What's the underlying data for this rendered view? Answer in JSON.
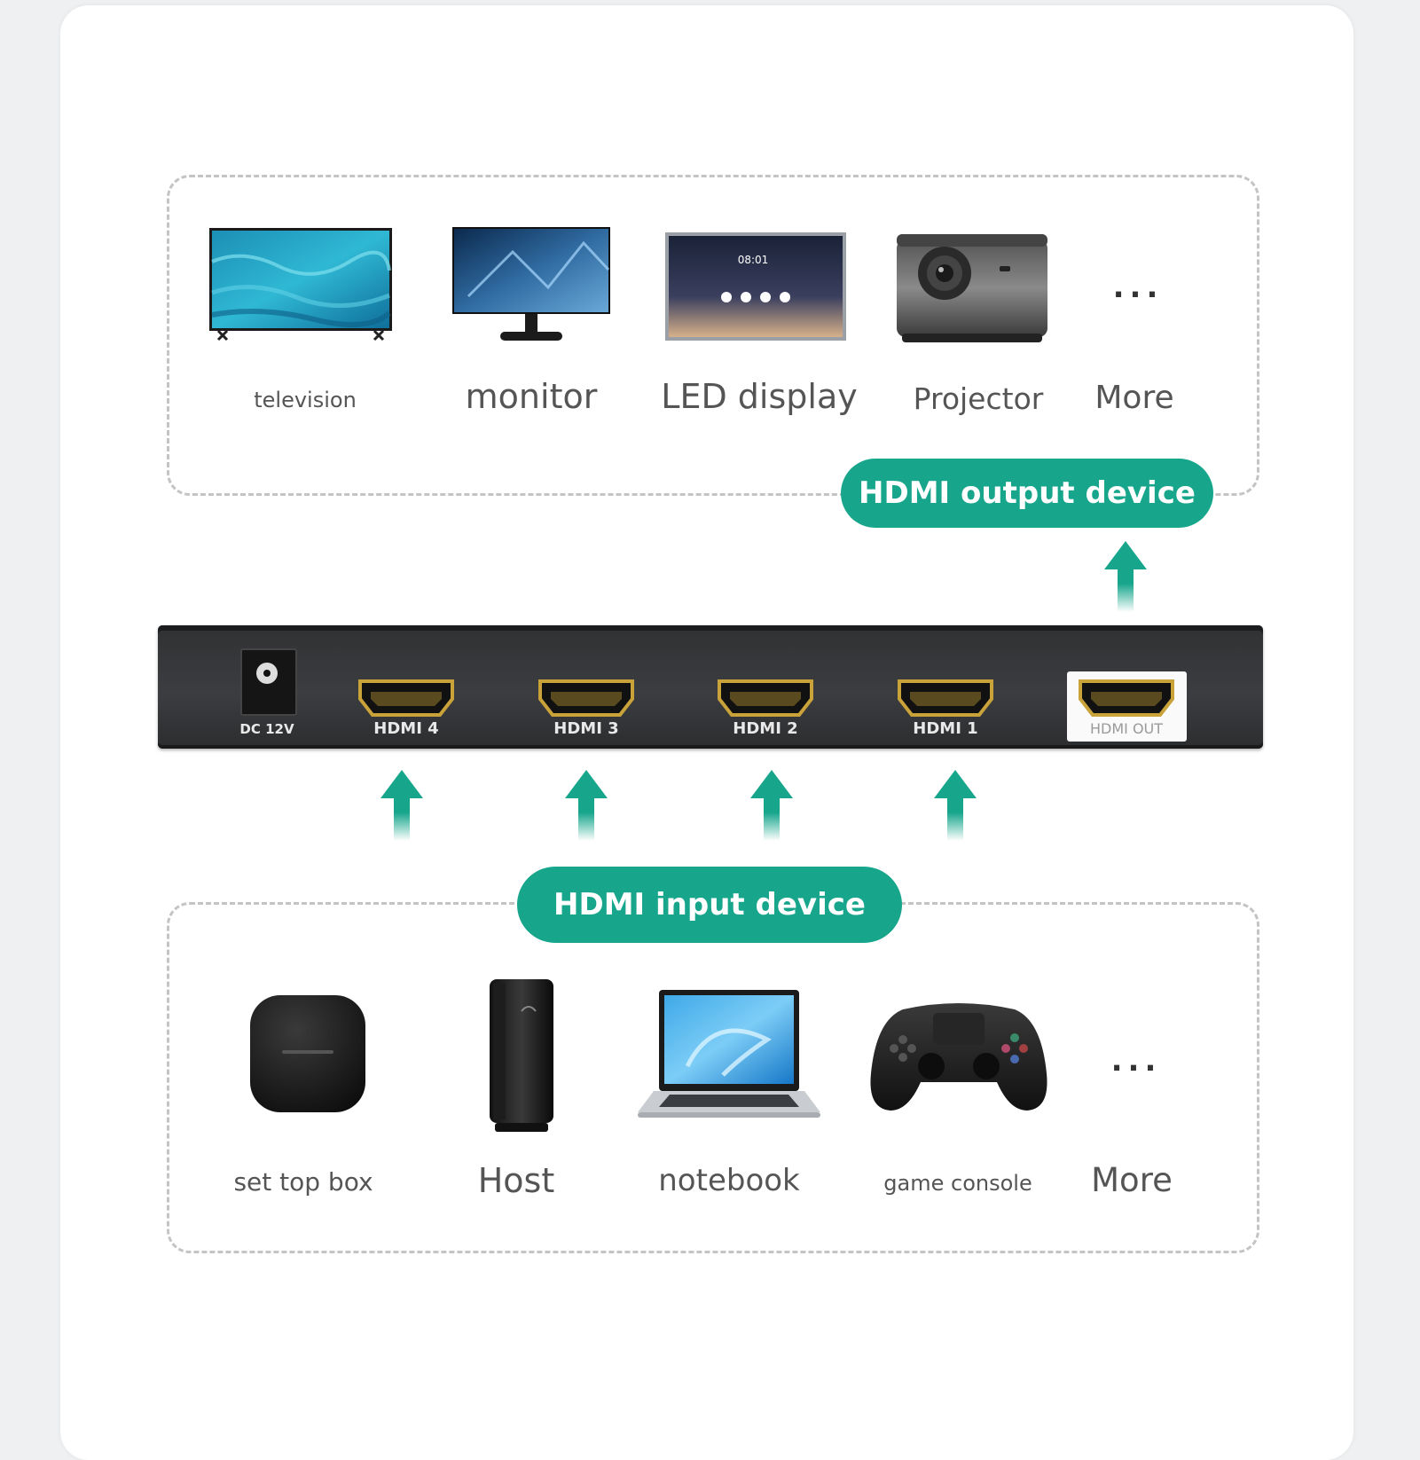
{
  "output_section": {
    "badge": "HDMI output device",
    "devices": [
      {
        "label": "television",
        "icon": "television-icon"
      },
      {
        "label": "monitor",
        "icon": "monitor-icon"
      },
      {
        "label": "LED display",
        "icon": "led-display-icon"
      },
      {
        "label": "Projector",
        "icon": "projector-icon"
      },
      {
        "label": "More",
        "icon": "more-dots-icon",
        "dots": "..."
      }
    ]
  },
  "led_screen": {
    "clock": "08:01"
  },
  "switcher": {
    "ports": [
      "DC 12V",
      "HDMI 4",
      "HDMI 3",
      "HDMI 2",
      "HDMI 1",
      "HDMI OUT"
    ]
  },
  "input_section": {
    "badge": "HDMI input device",
    "devices": [
      {
        "label": "set top box",
        "icon": "set-top-box-icon"
      },
      {
        "label": "Host",
        "icon": "host-pc-icon"
      },
      {
        "label": "notebook",
        "icon": "notebook-icon"
      },
      {
        "label": "game console",
        "icon": "game-controller-icon"
      },
      {
        "label": "More",
        "icon": "more-dots-icon",
        "dots": "..."
      }
    ]
  },
  "colors": {
    "accent": "#17a68c",
    "switcher_body": "#333537",
    "port_gold": "#c9a23a"
  }
}
